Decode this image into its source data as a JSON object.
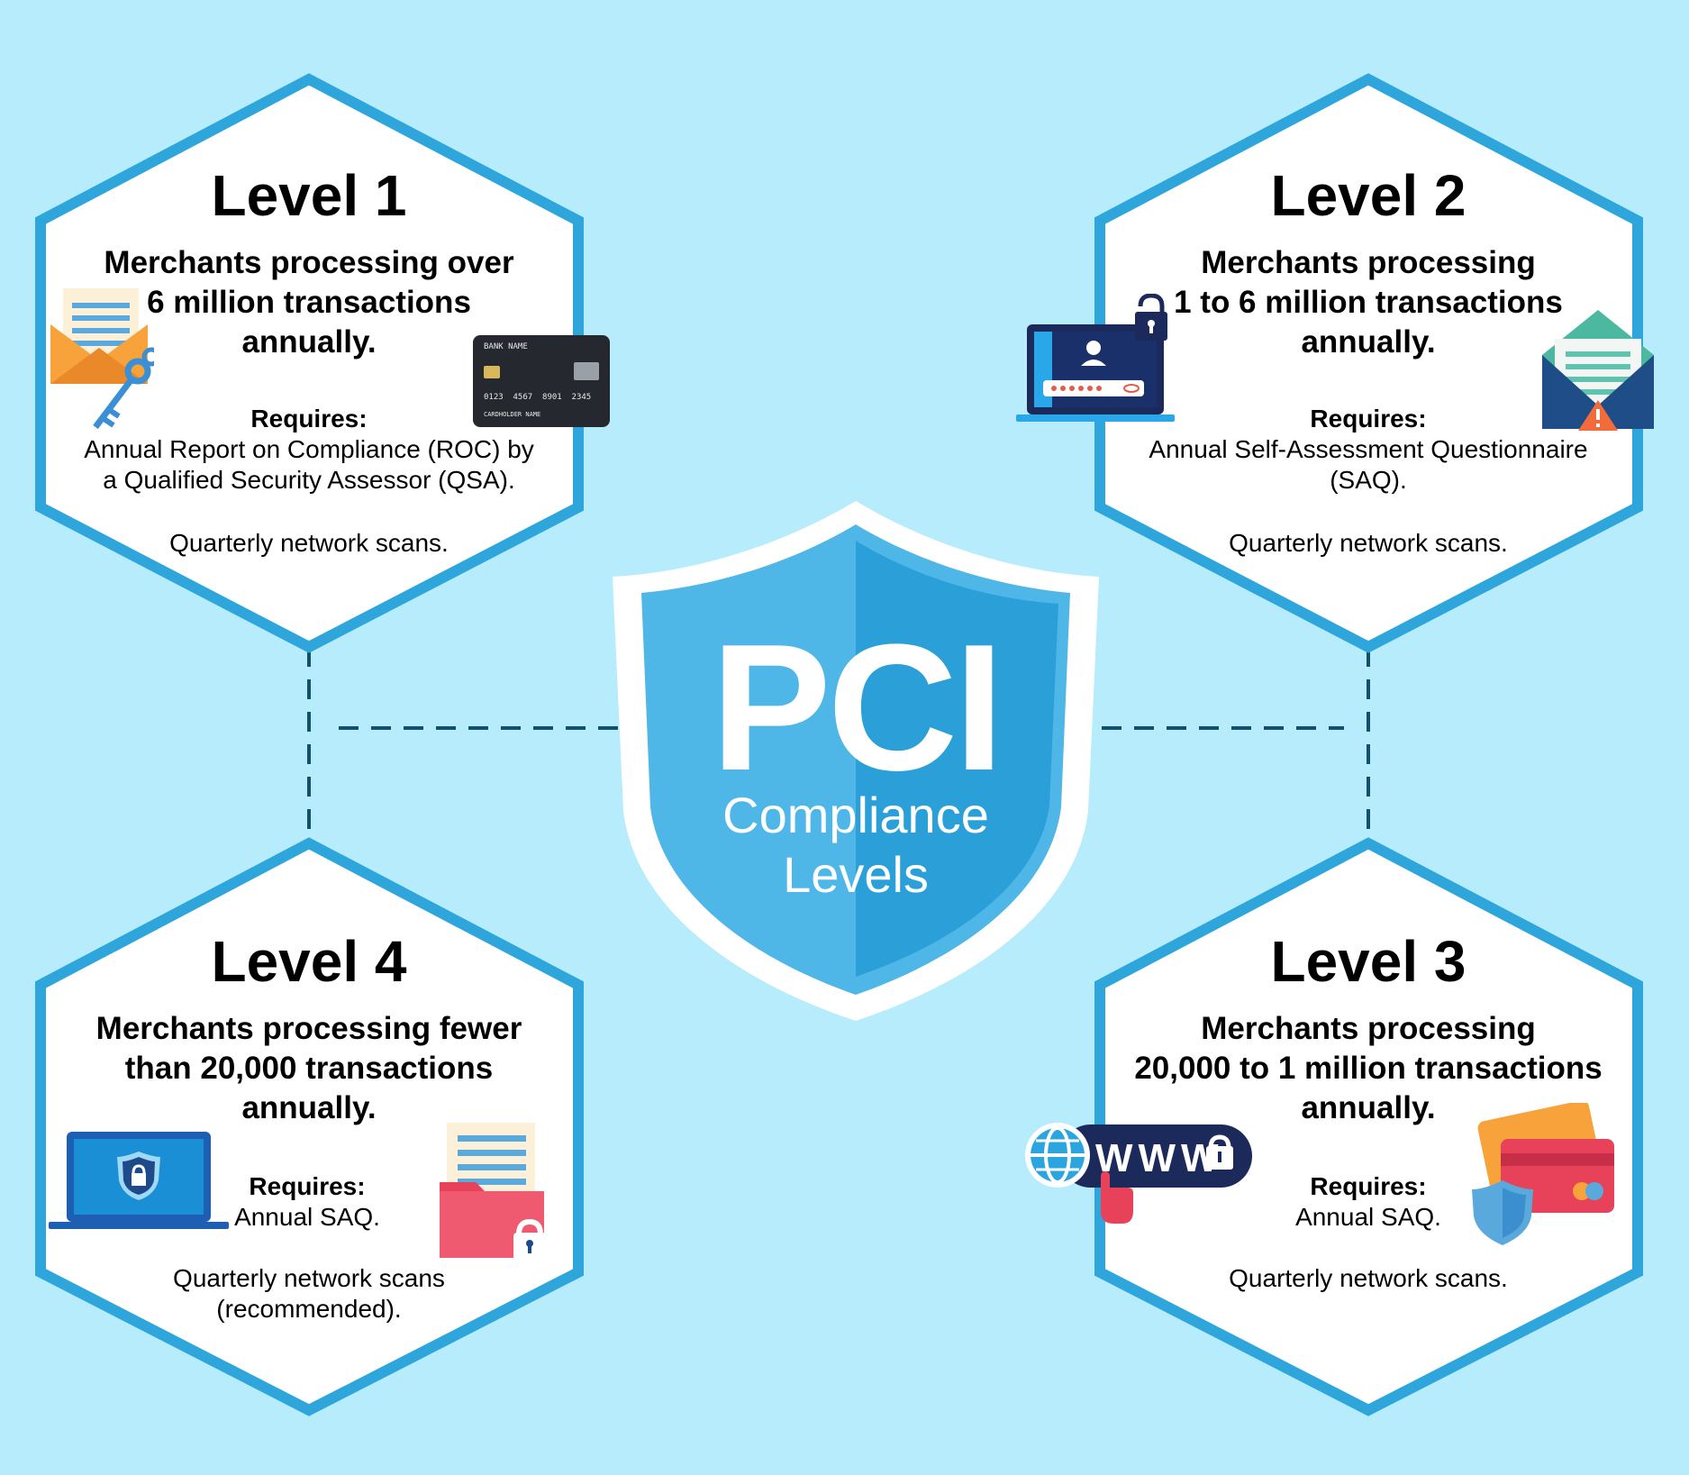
{
  "center": {
    "title": "PCI",
    "subtitle_line1": "Compliance",
    "subtitle_line2": "Levels"
  },
  "levels": [
    {
      "id": "level1",
      "title": "Level 1",
      "merchants": [
        "Merchants processing over",
        "6 million transactions",
        "annually."
      ],
      "requires_label": "Requires:",
      "requires": [
        "Annual Report on Compliance (ROC) by",
        "a Qualified Security Assessor (QSA)."
      ],
      "scans": [
        "Quarterly network scans."
      ]
    },
    {
      "id": "level2",
      "title": "Level 2",
      "merchants": [
        "Merchants processing",
        "1 to 6 million transactions",
        "annually."
      ],
      "requires_label": "Requires:",
      "requires": [
        "Annual Self-Assessment Questionnaire",
        "(SAQ)."
      ],
      "scans": [
        "Quarterly network scans."
      ]
    },
    {
      "id": "level3",
      "title": "Level 3",
      "merchants": [
        "Merchants processing",
        "20,000 to 1 million transactions",
        "annually."
      ],
      "requires_label": "Requires:",
      "requires": [
        "Annual SAQ."
      ],
      "scans": [
        "Quarterly network scans."
      ]
    },
    {
      "id": "level4",
      "title": "Level 4",
      "merchants": [
        "Merchants processing fewer",
        "than 20,000 transactions annually."
      ],
      "requires_label": "Requires:",
      "requires": [
        "Annual SAQ."
      ],
      "scans": [
        "Quarterly network scans",
        "(recommended)."
      ]
    }
  ],
  "card": {
    "bank_name": "BANK NAME",
    "number": "0123  4567  8901  2345",
    "holder": "CARDHOLDER NAME"
  },
  "www_label": "WWW",
  "colors": {
    "background": "#b6ecfb",
    "hex_border": "#2ea6dc",
    "shield_light": "#4fb6e8",
    "shield_dark": "#2a9fd8",
    "connector": "#12506e"
  },
  "icons": [
    "envelope-key-icon",
    "credit-card-icon",
    "laptop-login-icon",
    "envelope-warning-icon",
    "www-lock-icon",
    "cards-shield-icon",
    "laptop-shield-icon",
    "folder-lock-icon"
  ]
}
